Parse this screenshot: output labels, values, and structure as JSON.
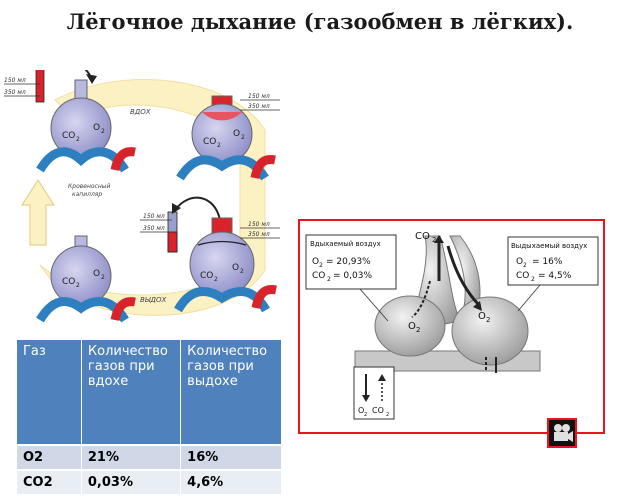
{
  "title": "Лёгочное дыхание (газообмен в лёгких).",
  "cycle": {
    "vol_150": "150 мл",
    "vol_350": "350 мл",
    "inhale": "ВДОХ",
    "exhale": "ВЫДОХ",
    "capillary_1": "Кровеносный",
    "capillary_2": "капилляр",
    "co2": "CO",
    "sub2": "2",
    "o2": "O"
  },
  "alveoli": {
    "inhaled_header": "Вдыхаемый воздух",
    "exhaled_header": "Выдыхаемый воздух",
    "inhaled_o2": "= 20,93%",
    "inhaled_co2": "= 0,03%",
    "exhaled_o2": "= 16%",
    "exhaled_co2": "= 4,5%",
    "co2_label": "CO",
    "o2_label": "O",
    "sub2": "2"
  },
  "table": {
    "headers": [
      "Газ",
      "Количество газов при вдохе",
      "Количество газов при выдохе"
    ],
    "rows": [
      [
        "О2",
        "21%",
        "16%"
      ],
      [
        "СО2",
        "0,03%",
        "4,6%"
      ]
    ]
  },
  "colors": {
    "table_header": "#4f81bd",
    "panel_border": "#e8141e",
    "blood_red": "#d8232a",
    "blood_blue": "#2e7fc0",
    "alveolus": "#a9a9d8"
  }
}
